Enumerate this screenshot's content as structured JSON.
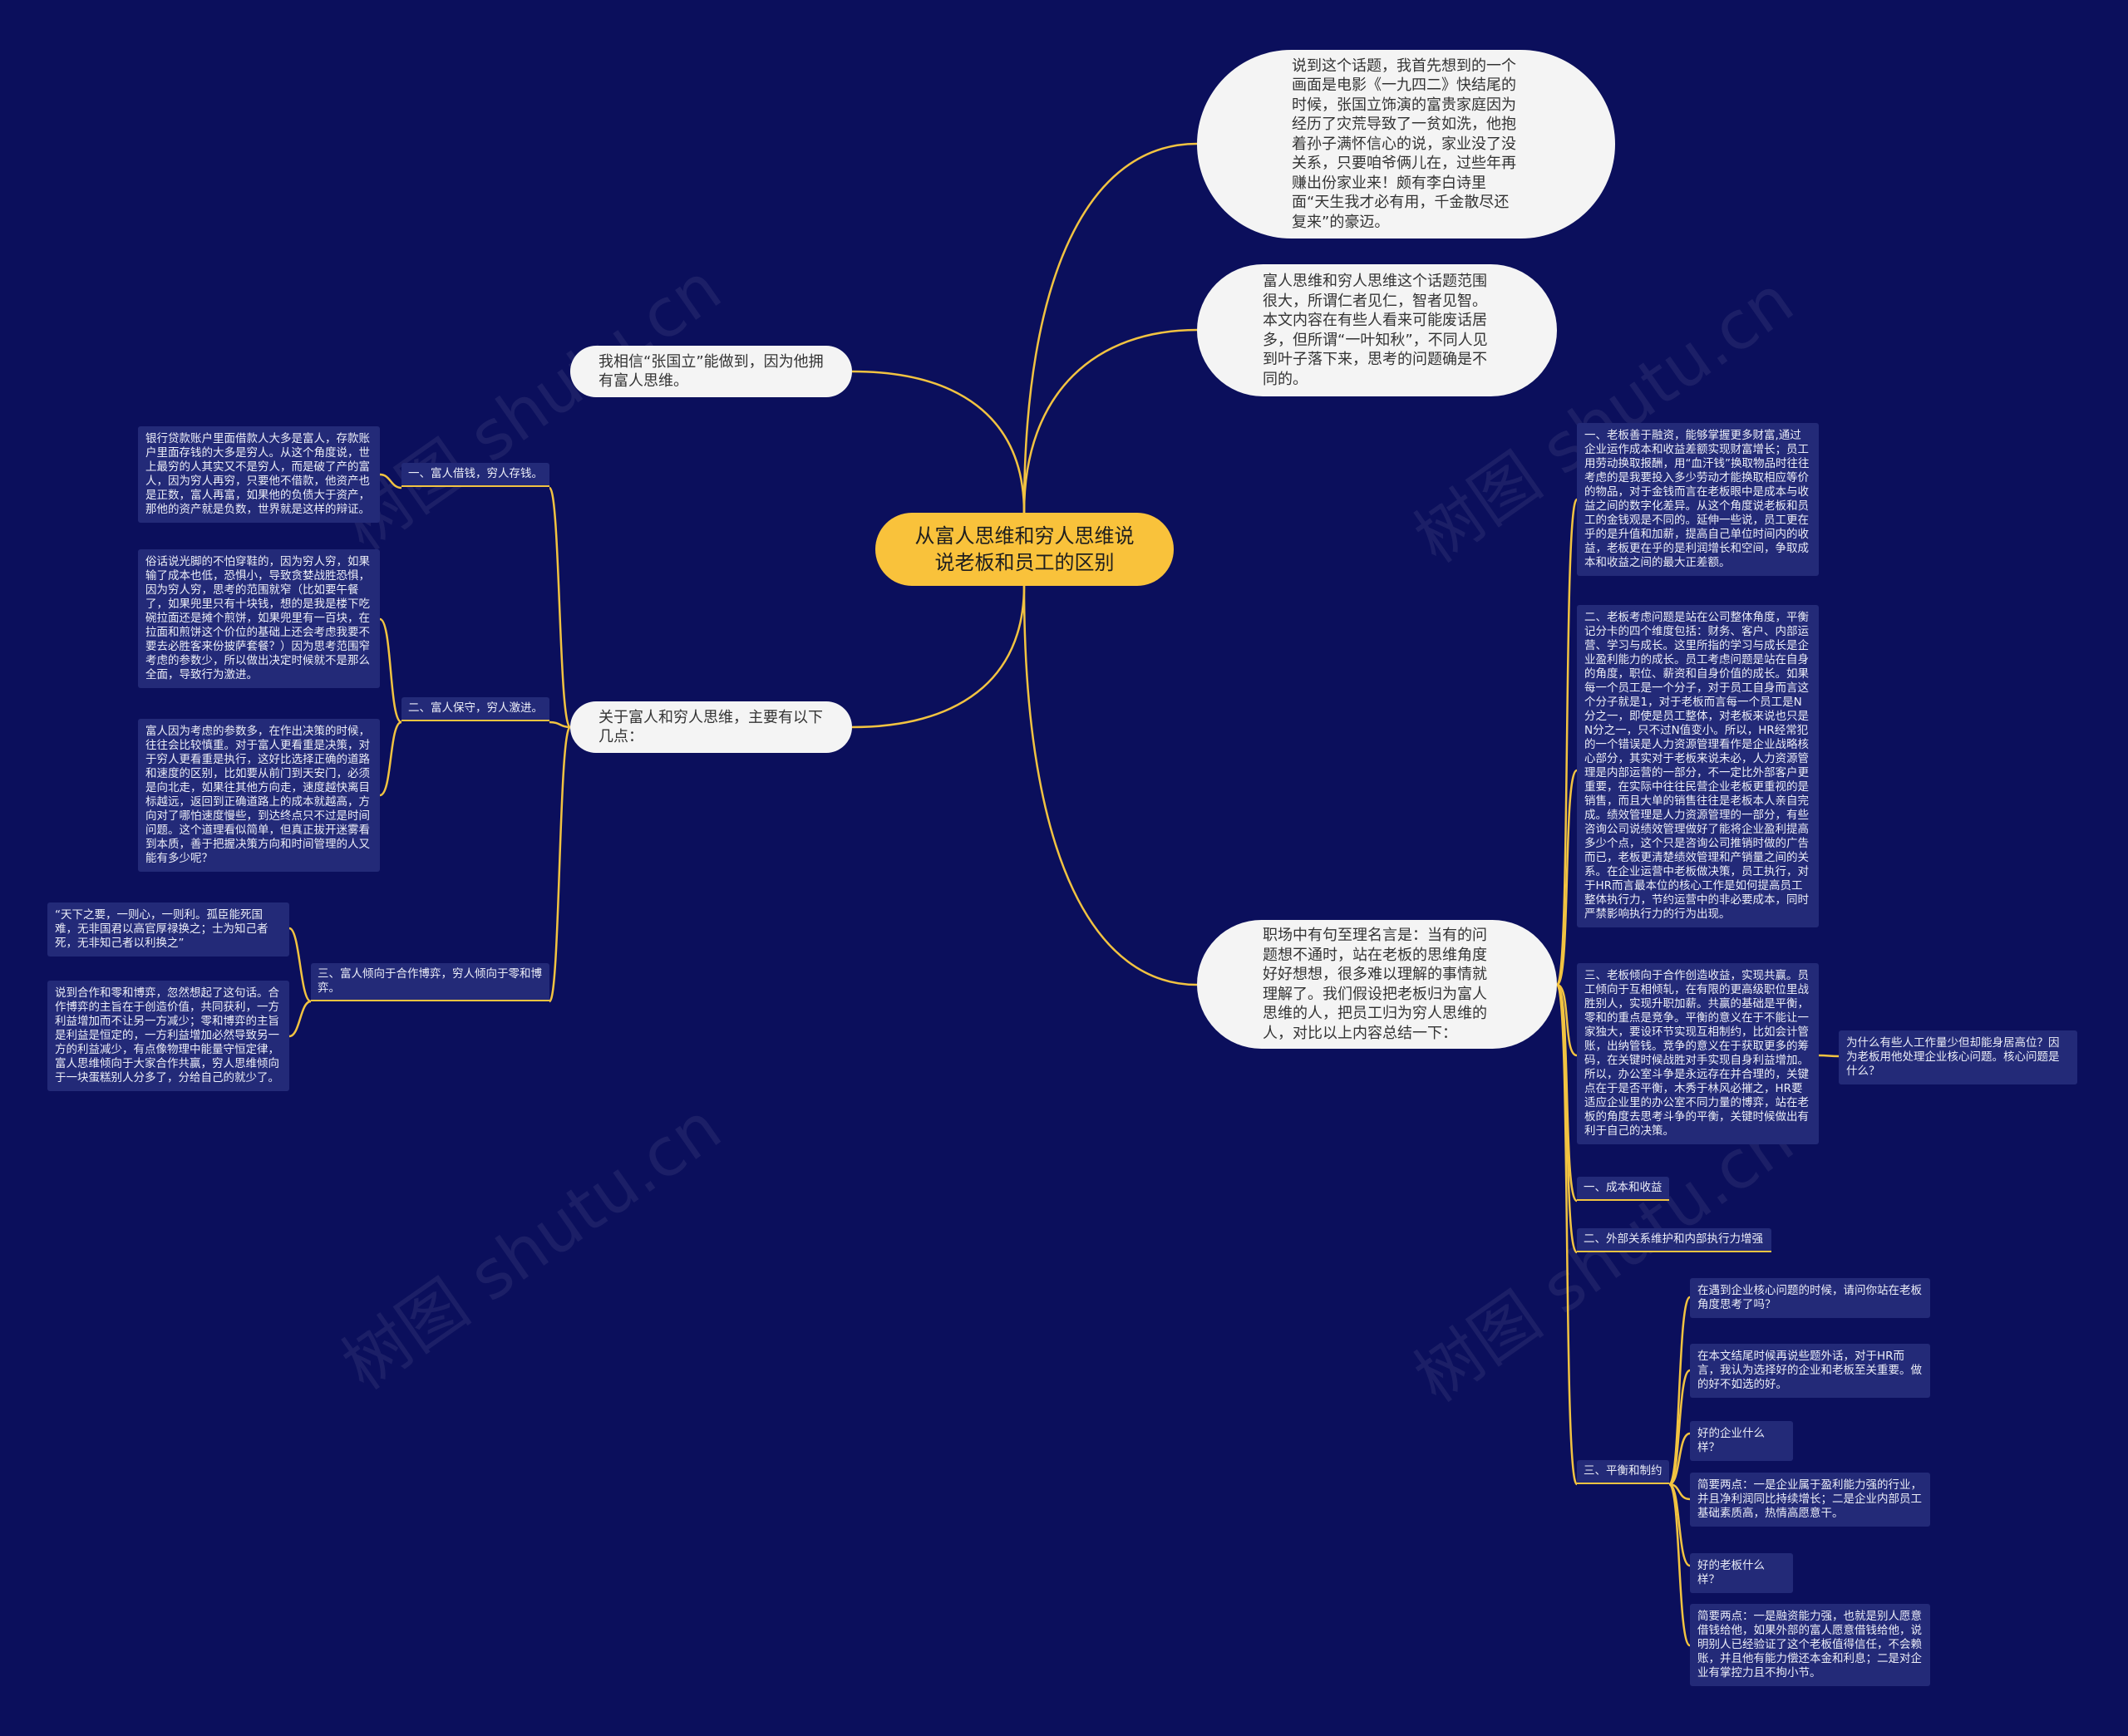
{
  "colors": {
    "background": "#0b0f5c",
    "line": "#f2c341",
    "center_bg": "#f9c23b",
    "topic_bg": "#f4f4f4",
    "note_bg": "#232a78",
    "note_text": "#eceef8"
  },
  "center": {
    "title": "从富人思维和穷人思维说说老板和员工的区别"
  },
  "topics": {
    "movie": "说到这个话题，我首先想到的一个画面是电影《一九四二》快结尾的时候，张国立饰演的富贵家庭因为经历了灾荒导致了一贫如洗，他抱着孙子满怀信心的说，家业没了没关系，只要咱爷俩儿在，过些年再赚出份家业来！颇有李白诗里面“天生我才必有用，千金散尽还复来”的豪迈。",
    "scope": "富人思维和穷人思维这个话题范围很大，所谓仁者见仁，智者见智。本文内容在有些人看来可能废话居多，但所谓“一叶知秋”，不同人见到叶子落下来，思考的问题确是不同的。",
    "belief": "我相信“张国立”能做到，因为他拥有富人思维。",
    "points": {
      "label": "关于富人和穷人思维，主要有以下几点：",
      "items": [
        {
          "label": "一、富人借钱，穷人存钱。",
          "details": [
            "银行贷款账户里面借款人大多是富人，存款账户里面存钱的大多是穷人。从这个角度说，世上最穷的人其实又不是穷人，而是破了产的富人，因为穷人再穷，只要他不借款，他资产也是正数，富人再富，如果他的负债大于资产，那他的资产就是负数，世界就是这样的辩证。"
          ]
        },
        {
          "label": "二、富人保守，穷人激进。",
          "details": [
            "俗话说光脚的不怕穿鞋的，因为穷人穷，如果输了成本也低，恐惧小，导致贪婪战胜恐惧，因为穷人穷，思考的范围就窄（比如要午餐了，如果兜里只有十块钱，想的是我是楼下吃碗拉面还是摊个煎饼，如果兜里有一百块，在拉面和煎饼这个价位的基础上还会考虑我要不要去必胜客来份披萨套餐？）因为思考范围窄考虑的参数少，所以做出决定时候就不是那么全面，导致行为激进。",
            "富人因为考虑的参数多，在作出决策的时候，往往会比较慎重。对于富人更看重是决策，对于穷人更看重是执行，这好比选择正确的道路和速度的区别，比如要从前门到天安门，必须是向北走，如果往其他方向走，速度越快离目标越远，返回到正确道路上的成本就越高，方向对了哪怕速度慢些，到达终点只不过是时间问题。这个道理看似简单，但真正拔开迷雾看到本质，善于把握决策方向和时间管理的人又能有多少呢？"
          ]
        },
        {
          "label": "三、富人倾向于合作博弈，穷人倾向于零和博弈。",
          "details": [
            "“天下之要，一则心，一则利。孤臣能死国难，无非国君以高官厚禄换之；士为知己者死，无非知己者以利换之”",
            "说到合作和零和博弈，忽然想起了这句话。合作博弈的主旨在于创造价值，共同获利，一方利益增加而不让另一方减少；零和博弈的主旨是利益是恒定的，一方利益增加必然导致另一方的利益减少，有点像物理中能量守恒定律，富人思维倾向于大家合作共赢，穷人思维倾向于一块蛋糕别人分多了，分给自己的就少了。"
          ]
        }
      ]
    },
    "workplace": {
      "label": "职场中有句至理名言是：当有的问题想不通时，站在老板的思维角度好好想想，很多难以理解的事情就理解了。我们假设把老板归为富人思维的人，把员工归为穷人思维的人，对比以上内容总结一下：",
      "items": [
        {
          "text": "一、老板善于融资，能够掌握更多财富,通过企业运作成本和收益差额实现财富增长；员工用劳动换取报酬，用“血汗钱”换取物品时往往考虑的是我要投入多少劳动才能换取相应等价的物品，对于金钱而言在老板眼中是成本与收益之间的数字化差异。从这个角度说老板和员工的金钱观是不同的。延伸一些说，员工更在乎的是升值和加薪，提高自己单位时间内的收益，老板更在乎的是利润增长和空间，争取成本和收益之间的最大正差额。"
        },
        {
          "text": "二、老板考虑问题是站在公司整体角度，平衡记分卡的四个维度包括：财务、客户、内部运营、学习与成长。这里所指的学习与成长是企业盈利能力的成长。员工考虑问题是站在自身的角度，职位、薪资和自身价值的成长。如果每一个员工是一个分子，对于员工自身而言这个分子就是1，对于老板而言每一个员工是N分之一，即使是员工整体，对老板来说也只是N分之一，只不过N值变小。所以，HR经常犯的一个错误是人力资源管理看作是企业战略核心部分，其实对于老板来说未必，人力资源管理是内部运营的一部分，不一定比外部客户更重要，在实际中往往民营企业老板更重视的是销售，而且大单的销售往往是老板本人亲自完成。绩效管理是人力资源管理的一部分，有些咨询公司说绩效管理做好了能将企业盈利提高多少个点，这个只是咨询公司推销时做的广告而已，老板更清楚绩效管理和产销量之间的关系。在企业运营中老板做决策，员工执行，对于HR而言最本位的核心工作是如何提高员工整体执行力，节约运营中的非必要成本，同时严禁影响执行力的行为出现。"
        },
        {
          "text": "三、老板倾向于合作创造收益，实现共赢。员工倾向于互相倾轧，在有限的更高级职位里战胜别人，实现升职加薪。共赢的基础是平衡，零和的重点是竞争。平衡的意义在于不能让一家独大，要设环节实现互相制约，比如会计管账，出纳管钱。竞争的意义在于获取更多的筹码，在关键时候战胜对手实现自身利益增加。所以，办公室斗争是永远存在并合理的，关键点在于是否平衡，木秀于林风必摧之，HR要适应企业里的办公室不同力量的博弈，站在老板的角度去思考斗争的平衡，关键时候做出有利于自己的决策。",
          "children": [
            "为什么有些人工作量少但却能身居高位？因为老板用他处理企业核心问题。核心问题是什么？"
          ]
        },
        {
          "text": "一、成本和收益"
        },
        {
          "text": "二、外部关系维护和内部执行力增强"
        },
        {
          "text": "三、平衡和制约",
          "children": [
            "在遇到企业核心问题的时候，请问你站在老板角度思考了吗？",
            "在本文结尾时候再说些题外话，对于HR而言，我认为选择好的企业和老板至关重要。做的好不如选的好。",
            "好的企业什么样？",
            "简要两点：一是企业属于盈利能力强的行业，并且净利润同比持续增长；二是企业内部员工基础素质高，热情高愿意干。",
            "好的老板什么样？",
            "简要两点：一是融资能力强，也就是别人愿意借钱给他，如果外部的富人愿意借钱给他，说明别人已经验证了这个老板值得信任，不会赖账，并且他有能力偿还本金和利息；二是对企业有掌控力且不拘小节。"
          ]
        }
      ]
    }
  },
  "watermark": "树图 shutu.cn"
}
